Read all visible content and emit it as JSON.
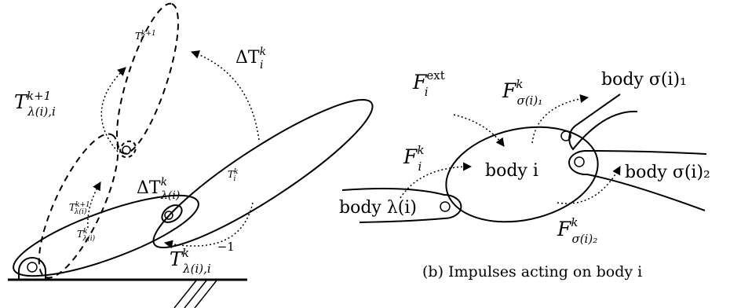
{
  "left_panel": {
    "labels": {
      "delta_T_i": {
        "base": "ΔT",
        "sup": "k",
        "sub": "i"
      },
      "T_i_k1_inner": {
        "base": "T",
        "sup": "k+1",
        "sub": "i"
      },
      "T_lambda_k1": {
        "base": "T",
        "sup": "k+1",
        "sub": "λ(i),i"
      },
      "T_i_k_inner": {
        "base": "T",
        "sup": "k",
        "sub": "i"
      },
      "delta_T_lambda": {
        "base": "ΔT",
        "sup": "k",
        "sub": "λ(i)"
      },
      "T_lambda_k1_inner": {
        "base": "T",
        "sup": "k+1",
        "sub": "λ(i)"
      },
      "T_lambda_k_inner": {
        "base": "T",
        "sup": "k",
        "sub": "λ(i)"
      },
      "T_lambda_i_inv": {
        "base": "T",
        "sup": "k",
        "sub": "λ(i),i",
        "exp": "−1"
      }
    }
  },
  "right_panel": {
    "labels": {
      "F_ext": {
        "base": "F",
        "sup": "ext",
        "sub": "i"
      },
      "F_sigma1": {
        "base": "F",
        "sup": "k",
        "sub": "σ(i)₁"
      },
      "F_i": {
        "base": "F",
        "sup": "k",
        "sub": "i"
      },
      "F_sigma2": {
        "base": "F",
        "sup": "k",
        "sub": "σ(i)₂"
      },
      "body_i": "body i",
      "body_lambda": "body λ(i)",
      "body_sigma1": "body σ(i)₁",
      "body_sigma2": "body σ(i)₂"
    },
    "caption": "(b) Impulses acting on body i"
  }
}
